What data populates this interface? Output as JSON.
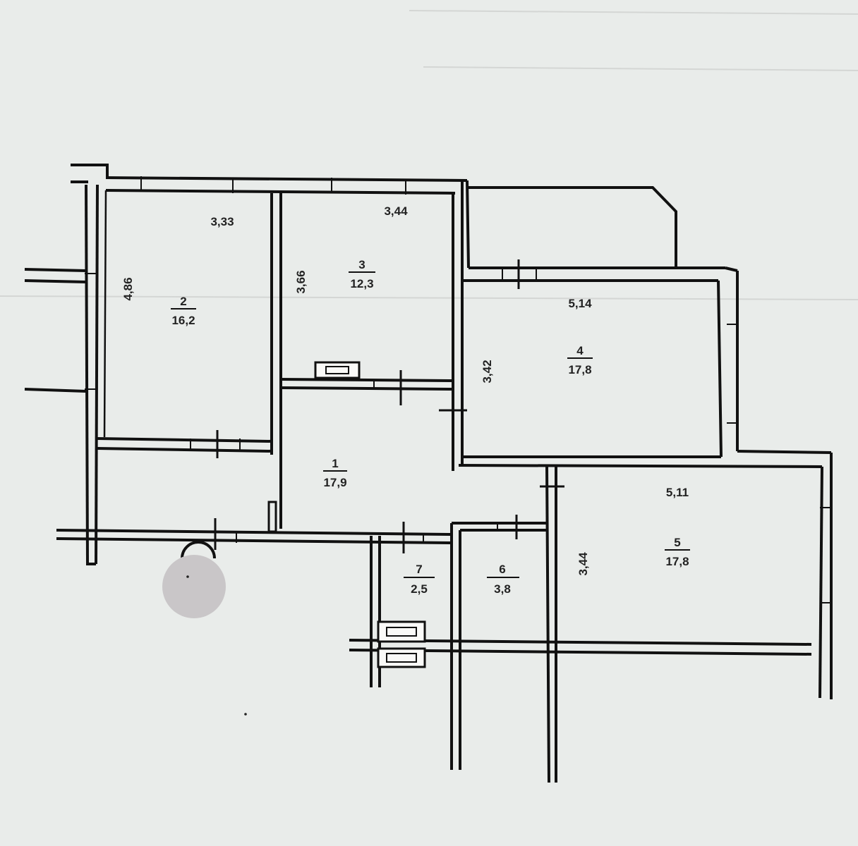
{
  "plan": {
    "rooms": [
      {
        "number": "1",
        "area": "17,9"
      },
      {
        "number": "2",
        "area": "16,2"
      },
      {
        "number": "3",
        "area": "12,3"
      },
      {
        "number": "4",
        "area": "17,8"
      },
      {
        "number": "5",
        "area": "17,8"
      },
      {
        "number": "6",
        "area": "3,8"
      },
      {
        "number": "7",
        "area": "2,5"
      }
    ],
    "dimensions": [
      {
        "value": "3,33",
        "orientation": "horizontal"
      },
      {
        "value": "4,86",
        "orientation": "vertical"
      },
      {
        "value": "3,44",
        "orientation": "horizontal"
      },
      {
        "value": "3,66",
        "orientation": "vertical"
      },
      {
        "value": "5,14",
        "orientation": "horizontal"
      },
      {
        "value": "3,42",
        "orientation": "vertical"
      },
      {
        "value": "5,11",
        "orientation": "horizontal"
      },
      {
        "value": "3,44",
        "orientation": "vertical"
      }
    ]
  }
}
